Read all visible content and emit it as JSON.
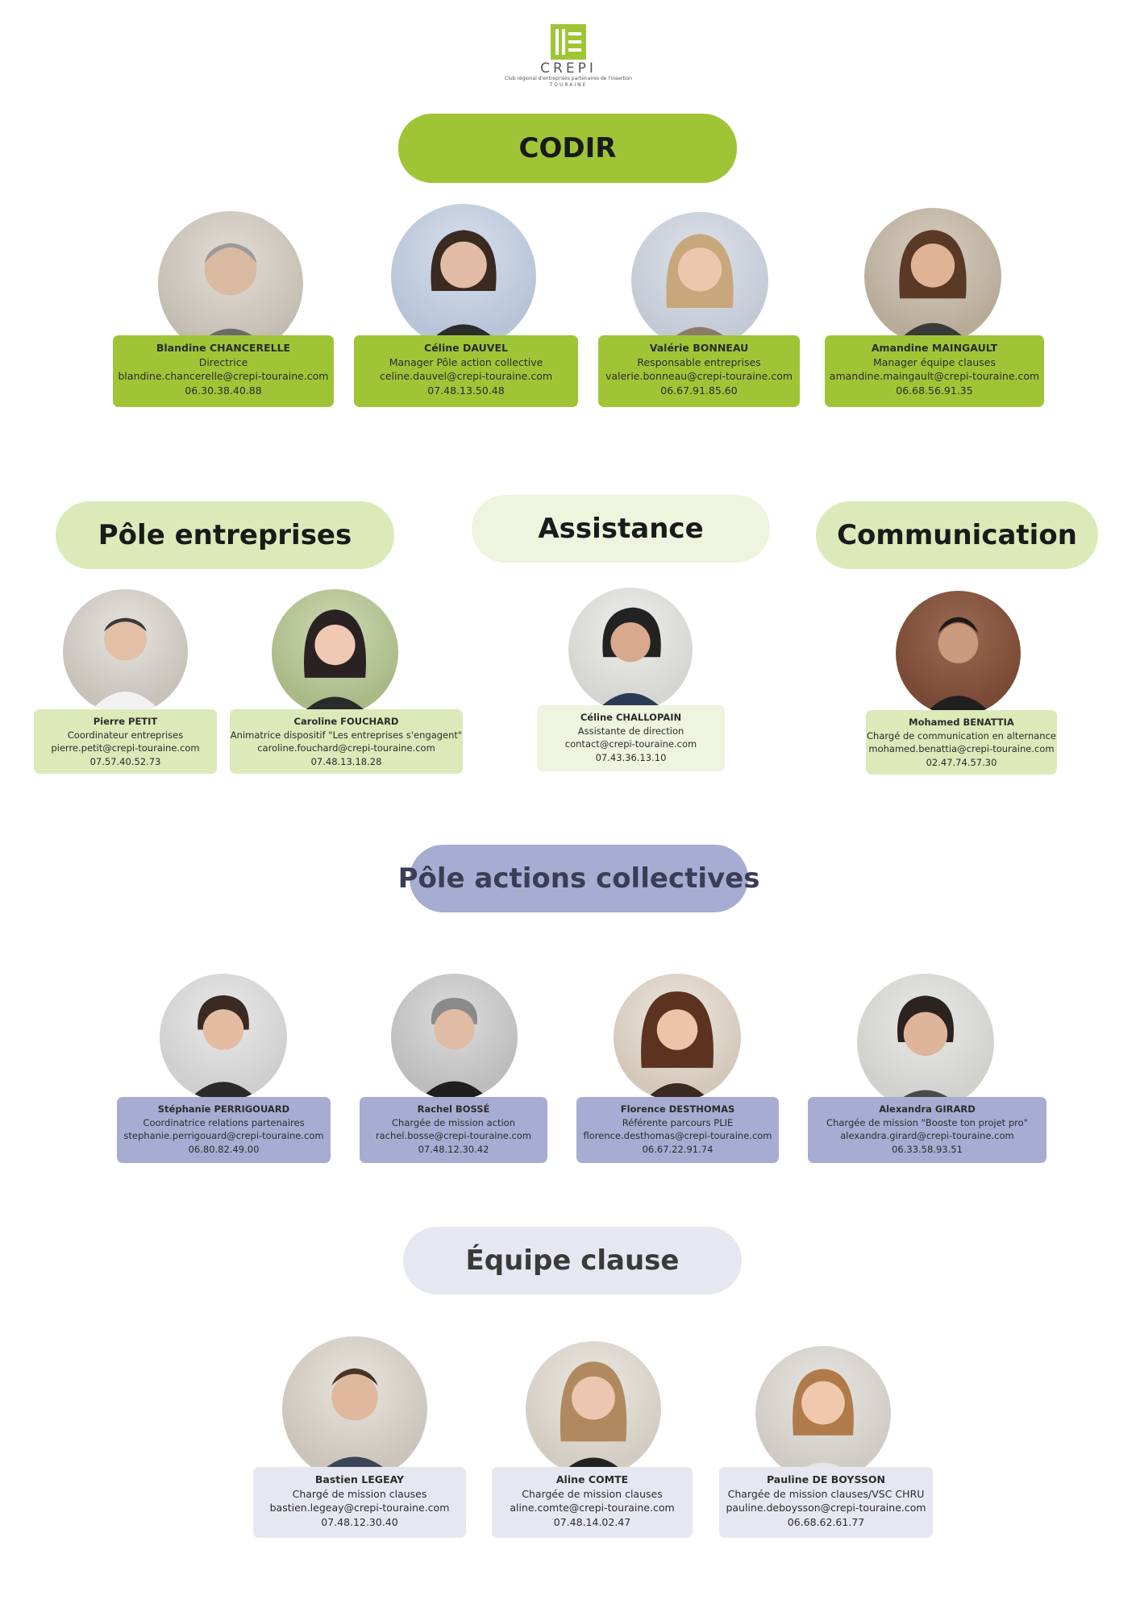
{
  "logo": {
    "name": "CREPI",
    "tagline": "Club régional d'entreprises partenaires de l'insertion",
    "region": "TOURAINE",
    "color": "#9fc537"
  },
  "sections": {
    "codir": "CODIR",
    "pole_entreprises": "Pôle entreprises",
    "assistance": "Assistance",
    "communication": "Communication",
    "pole_actions": "Pôle actions collectives",
    "equipe_clause": "Équipe clause"
  },
  "colors": {
    "green": "#9fc537",
    "light_green": "#dce9b9",
    "pale_green": "#eef4dd",
    "lavender": "#a7acd3",
    "pale_lavender": "#e6e7f1"
  },
  "people": {
    "codir": [
      {
        "name": "Blandine CHANCERELLE",
        "role": "Directrice",
        "email": "blandine.chancerelle@crepi-touraine.com",
        "phone": "06.30.38.40.88"
      },
      {
        "name": "Céline DAUVEL",
        "role": "Manager Pôle action collective",
        "email": "celine.dauvel@crepi-touraine.com",
        "phone": "07.48.13.50.48"
      },
      {
        "name": "Valérie BONNEAU",
        "role": "Responsable entreprises",
        "email": "valerie.bonneau@crepi-touraine.com",
        "phone": "06.67.91.85.60"
      },
      {
        "name": "Amandine MAINGAULT",
        "role": "Manager équipe clauses",
        "email": "amandine.maingault@crepi-touraine.com",
        "phone": "06.68.56.91.35"
      }
    ],
    "entreprises": [
      {
        "name": "Pierre PETIT",
        "role": "Coordinateur entreprises",
        "email": "pierre.petit@crepi-touraine.com",
        "phone": "07.57.40.52.73"
      },
      {
        "name": "Caroline FOUCHARD",
        "role": "Animatrice dispositif \"Les entreprises s'engagent\"",
        "email": "caroline.fouchard@crepi-touraine.com",
        "phone": "07.48.13.18.28"
      }
    ],
    "assistance": [
      {
        "name": "Céline CHALLOPAIN",
        "role": "Assistante de direction",
        "email": "contact@crepi-touraine.com",
        "phone": "07.43.36.13.10"
      }
    ],
    "communication": [
      {
        "name": "Mohamed BENATTIA",
        "role": "Chargé de communication en alternance",
        "email": "mohamed.benattia@crepi-touraine.com",
        "phone": "02.47.74.57.30"
      }
    ],
    "actions": [
      {
        "name": "Stéphanie PERRIGOUARD",
        "role": "Coordinatrice relations partenaires",
        "email": "stephanie.perrigouard@crepi-touraine.com",
        "phone": "06.80.82.49.00"
      },
      {
        "name": "Rachel BOSSÉ",
        "role": "Chargée de mission action",
        "email": "rachel.bosse@crepi-touraine.com",
        "phone": "07.48.12.30.42"
      },
      {
        "name": "Florence DESTHOMAS",
        "role": "Référente parcours PLIE",
        "email": "florence.desthomas@crepi-touraine.com",
        "phone": "06.67.22.91.74"
      },
      {
        "name": "Alexandra GIRARD",
        "role": "Chargée de mission \"Booste ton projet pro\"",
        "email": "alexandra.girard@crepi-touraine.com",
        "phone": "06.33.58.93.51"
      }
    ],
    "clause": [
      {
        "name": "Bastien LEGEAY",
        "role": "Chargé de mission clauses",
        "email": "bastien.legeay@crepi-touraine.com",
        "phone": "07.48.12.30.40"
      },
      {
        "name": "Aline COMTE",
        "role": "Chargée de mission clauses",
        "email": "aline.comte@crepi-touraine.com",
        "phone": "07.48.14.02.47"
      },
      {
        "name": "Pauline DE BOYSSON",
        "role": "Chargée de mission clauses/VSC CHRU",
        "email": "pauline.deboysson@crepi-touraine.com",
        "phone": "06.68.62.61.77"
      }
    ]
  }
}
